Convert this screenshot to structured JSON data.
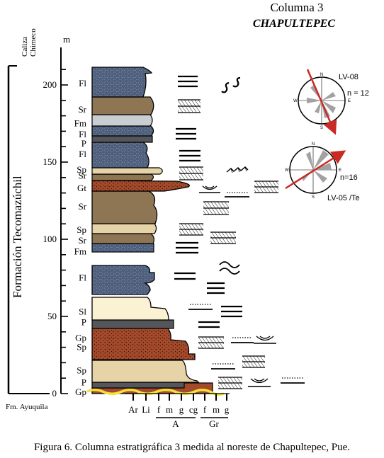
{
  "title": {
    "column": "Columna 3",
    "site": "CHAPULTEPEC"
  },
  "units": {
    "top_formation": "Caliza Chimeco",
    "main_formation": "Formación Tecomazúchil",
    "base_formation": "Fm. Ayuquila"
  },
  "axis": {
    "unit": "m",
    "ticks": [
      "0",
      "50",
      "100",
      "150",
      "200"
    ]
  },
  "facies_labels": [
    {
      "code": "Fl",
      "at_m": 201
    },
    {
      "code": "Sr",
      "at_m": 184
    },
    {
      "code": "Fm",
      "at_m": 175
    },
    {
      "code": "Fl",
      "at_m": 168
    },
    {
      "code": "P",
      "at_m": 162
    },
    {
      "code": "Fl",
      "at_m": 155
    },
    {
      "code": "Sp",
      "at_m": 145
    },
    {
      "code": "Sr",
      "at_m": 141
    },
    {
      "code": "Gt",
      "at_m": 133
    },
    {
      "code": "Sr",
      "at_m": 121
    },
    {
      "code": "Sp",
      "at_m": 106
    },
    {
      "code": "Sr",
      "at_m": 99
    },
    {
      "code": "Fm",
      "at_m": 92
    },
    {
      "code": "Fl",
      "at_m": 75
    },
    {
      "code": "Sl",
      "at_m": 53
    },
    {
      "code": "P",
      "at_m": 46
    },
    {
      "code": "Gp",
      "at_m": 36
    },
    {
      "code": "Sp",
      "at_m": 30
    },
    {
      "code": "Sp",
      "at_m": 15
    },
    {
      "code": "P",
      "at_m": 7
    },
    {
      "code": "Gp",
      "at_m": 1
    }
  ],
  "grain_scale": {
    "classes": [
      "Ar",
      "Li",
      "f",
      "m",
      "g",
      "cg",
      "f",
      "m",
      "g"
    ],
    "groups": [
      "A",
      "Gr"
    ]
  },
  "rose_diagrams": [
    {
      "id": "LV-08",
      "count_label": "n = 12",
      "directions": [
        "N",
        "E",
        "S",
        "W"
      ]
    },
    {
      "id": "LV-05 /Te",
      "count_label": "n=16",
      "directions": [
        "N",
        "E",
        "S",
        "W"
      ]
    }
  ],
  "colors": {
    "fines": "#4e5f7d",
    "fines_light": "#c9ced3",
    "sand_brown": "#8e7655",
    "sand_tan": "#e6d3a8",
    "sand_pale": "#fbf1d3",
    "gravel": "#a4492a",
    "paleosol": "#55565a",
    "base_contact": "#f3e23a",
    "arrow": "#c92a24",
    "rose_petal": "#a2a2a2"
  },
  "caption": "Figura 6. Columna estratigráfica 3 medida al noreste de Chapultepec, Pue."
}
